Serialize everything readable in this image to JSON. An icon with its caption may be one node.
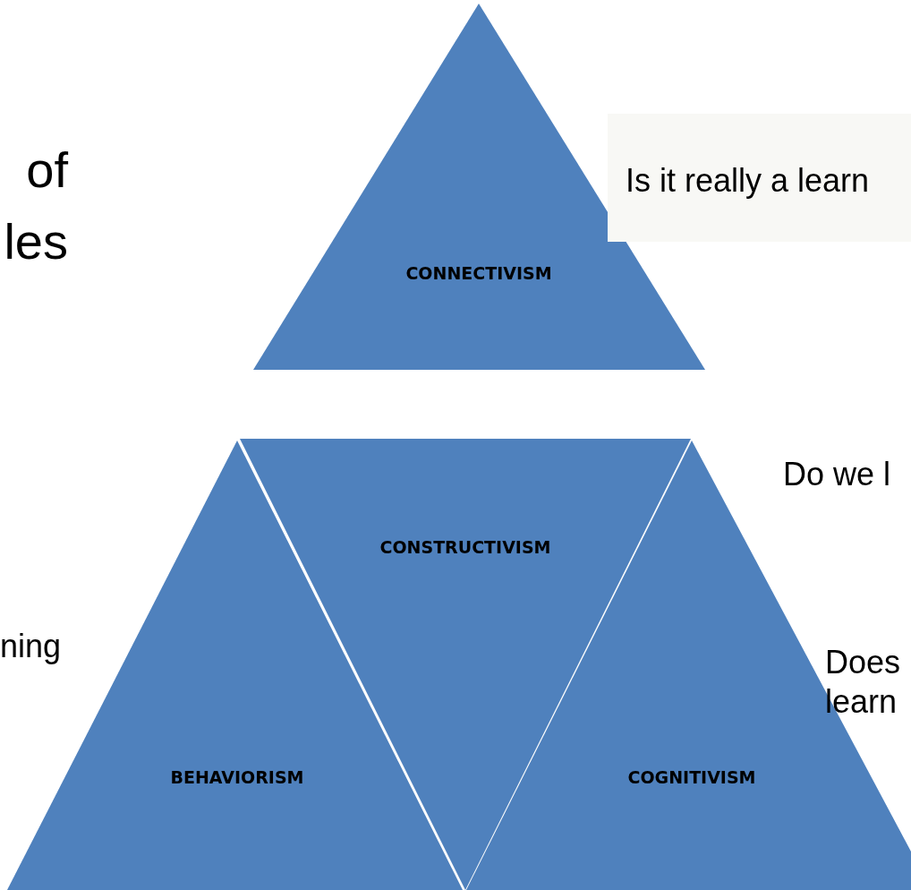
{
  "diagram": {
    "nodes": [
      {
        "text": [
          "CONNECTIVISM"
        ]
      },
      {
        "text": [
          "Is it really a learn"
        ]
      },
      {
        "text": [
          "CONSTRUCTIVISM"
        ]
      },
      {
        "text": [
          "BEHAVIORISM"
        ]
      },
      {
        "text": [
          "COGNITIVISM"
        ]
      }
    ],
    "labels": [
      "of les",
      "Do we l",
      "ning",
      "Does learn"
    ]
  }
}
